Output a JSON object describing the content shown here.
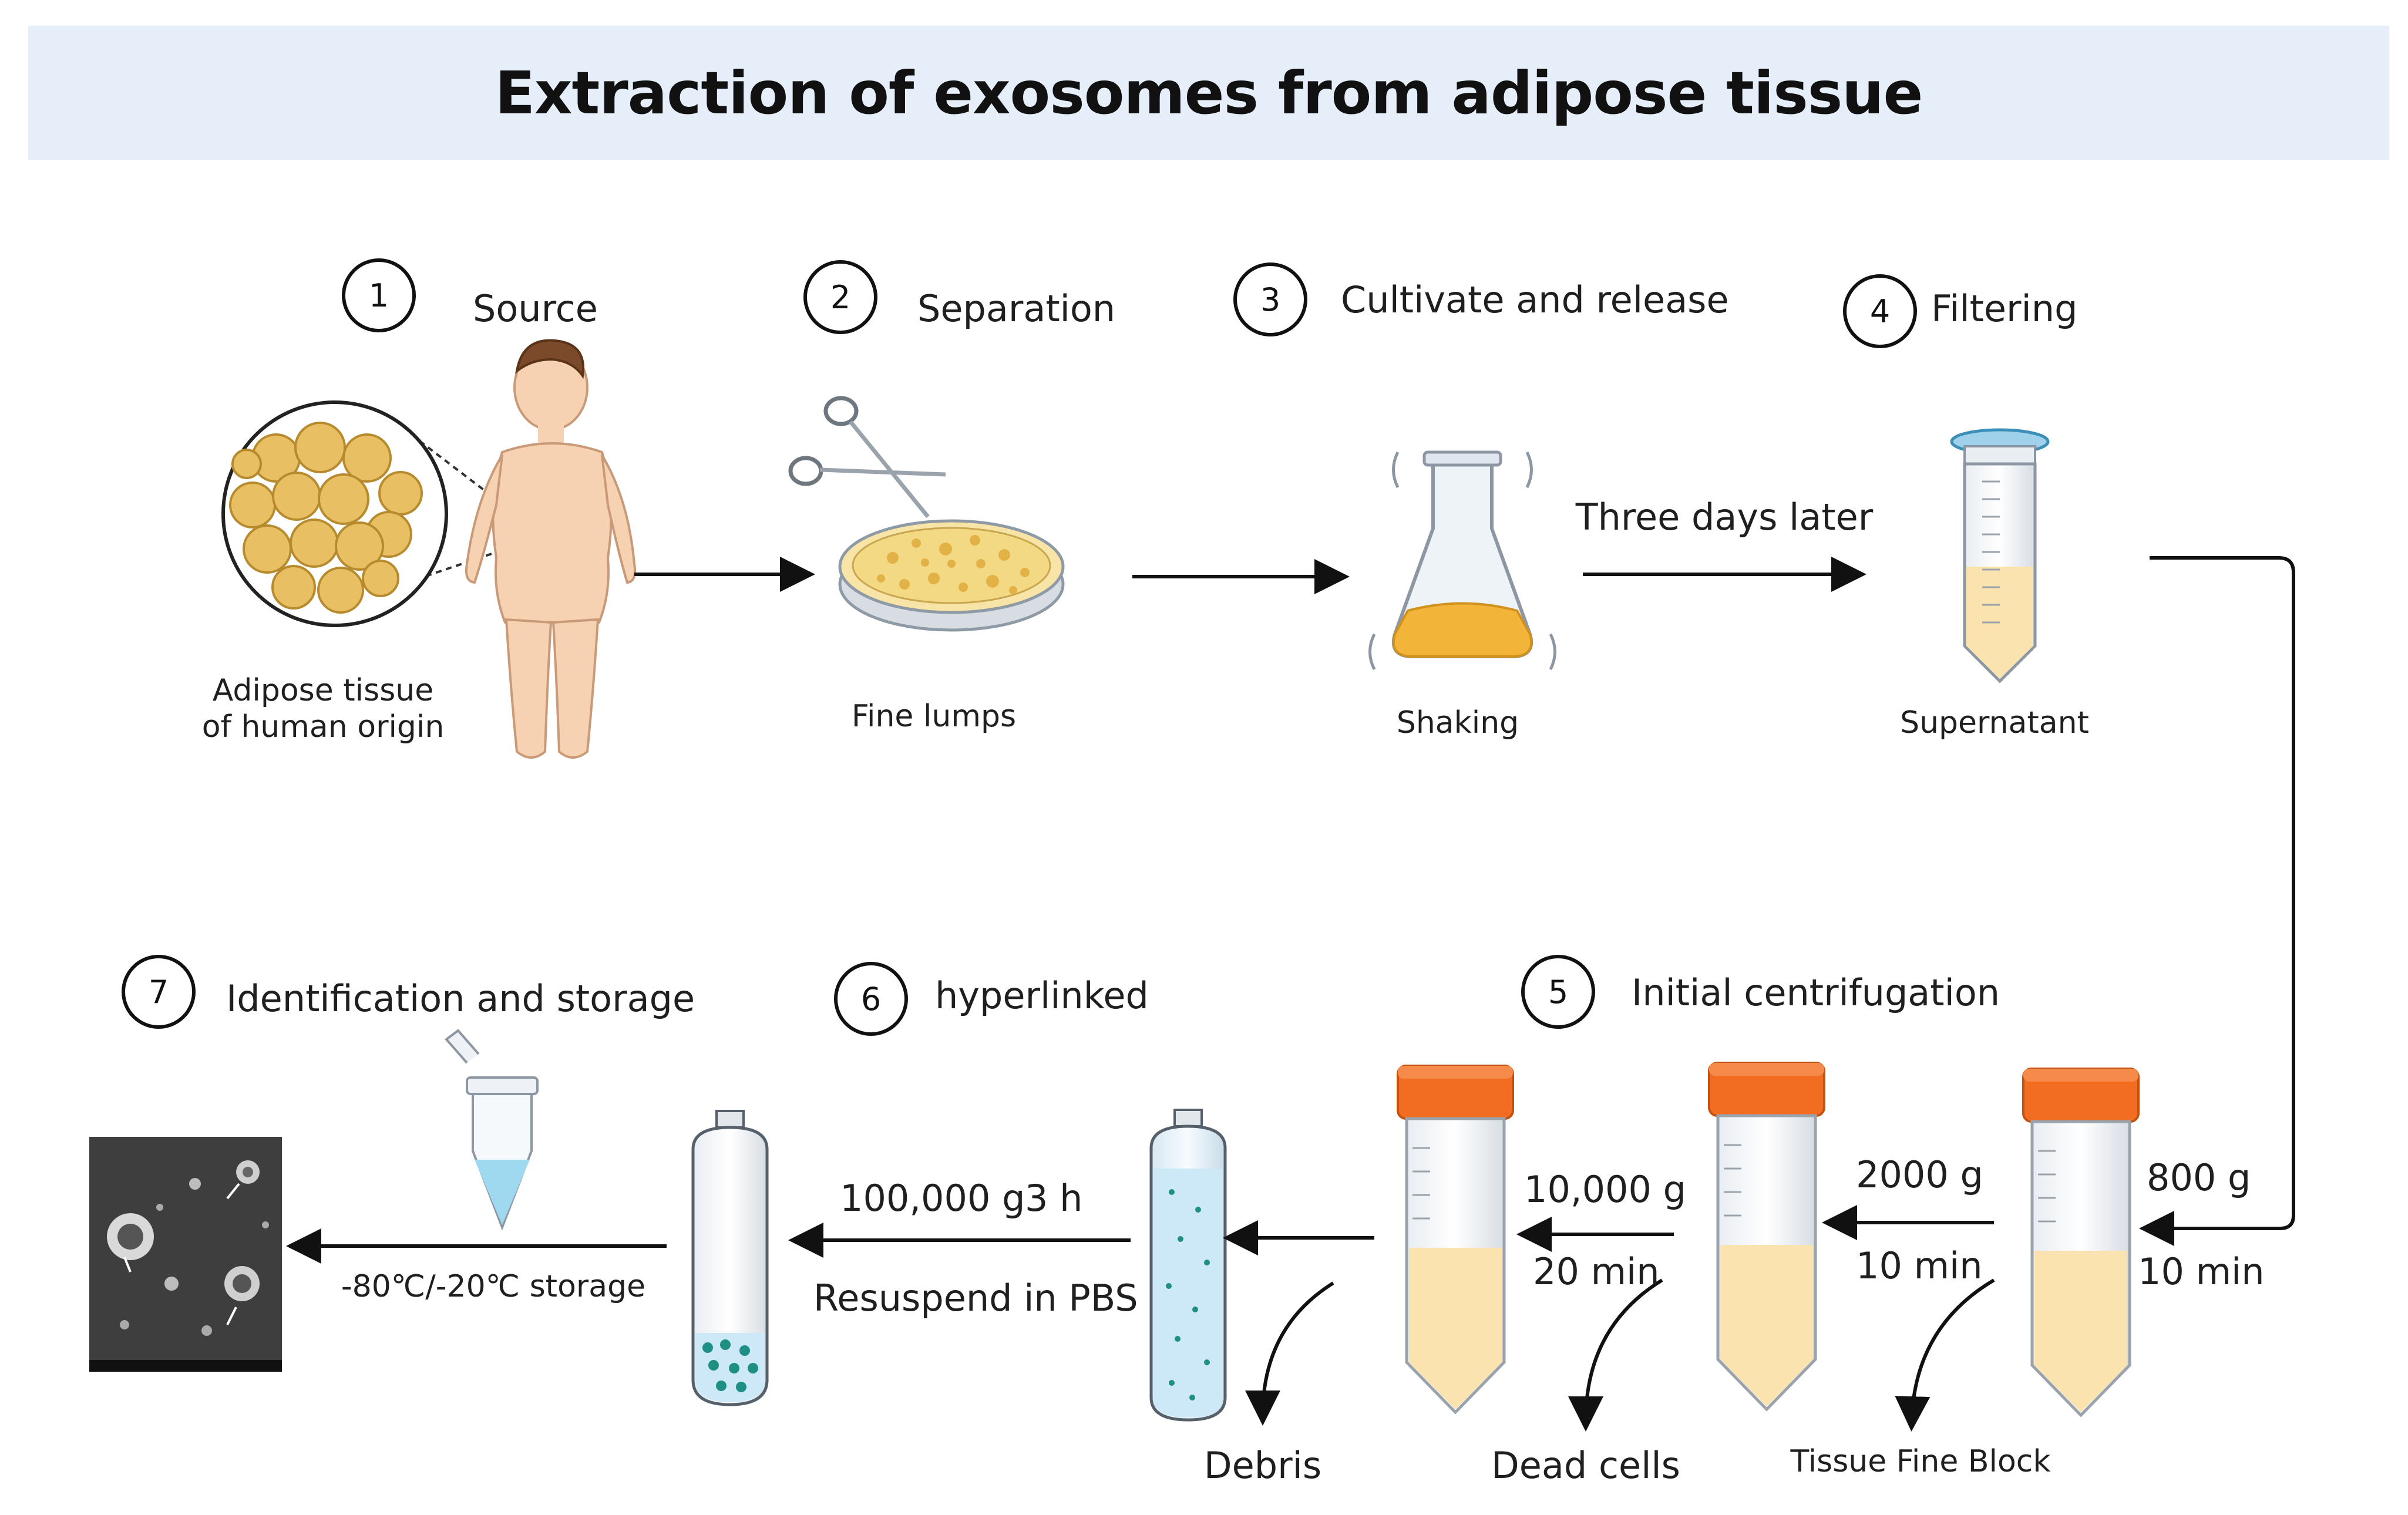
{
  "title": "Extraction of exosomes from adipose tissue",
  "steps": [
    {
      "number": "1",
      "label": "Source"
    },
    {
      "number": "2",
      "label": "Separation"
    },
    {
      "number": "3",
      "label": "Cultivate and release"
    },
    {
      "number": "4",
      "label": "Filtering"
    },
    {
      "number": "5",
      "label": "Initial centrifugation"
    },
    {
      "number": "6",
      "label": "hyperlinked"
    },
    {
      "number": "7",
      "label": "Identification and storage"
    }
  ],
  "captions": {
    "adipose_line1": "Adipose tissue",
    "adipose_line2": "of human origin",
    "fine_lumps": "Fine lumps",
    "shaking": "Shaking",
    "three_days": "Three days later",
    "supernatant": "Supernatant",
    "storage": "-80℃/-20℃ storage",
    "resuspend": "Resuspend  in PBS",
    "debris": "Debris",
    "dead_cells": "Dead cells",
    "tissue_fine_block": "Tissue Fine Block"
  },
  "centrifugation": {
    "c1_speed": "800 g",
    "c1_time": "10 min",
    "c2_speed": "2000 g",
    "c2_time": "10 min",
    "c3_speed": "10,000 g",
    "c3_time": "20 min",
    "c4_speed": "100,000 g",
    "c4_time": "3 h"
  },
  "colors": {
    "banner": "#e6eef9",
    "tube_cap": "#f26c22",
    "supernatant": "#fbe3b0",
    "pbs_liquid": "#cde9f7",
    "pellet": "#1f8f86",
    "arrow": "#111111"
  }
}
